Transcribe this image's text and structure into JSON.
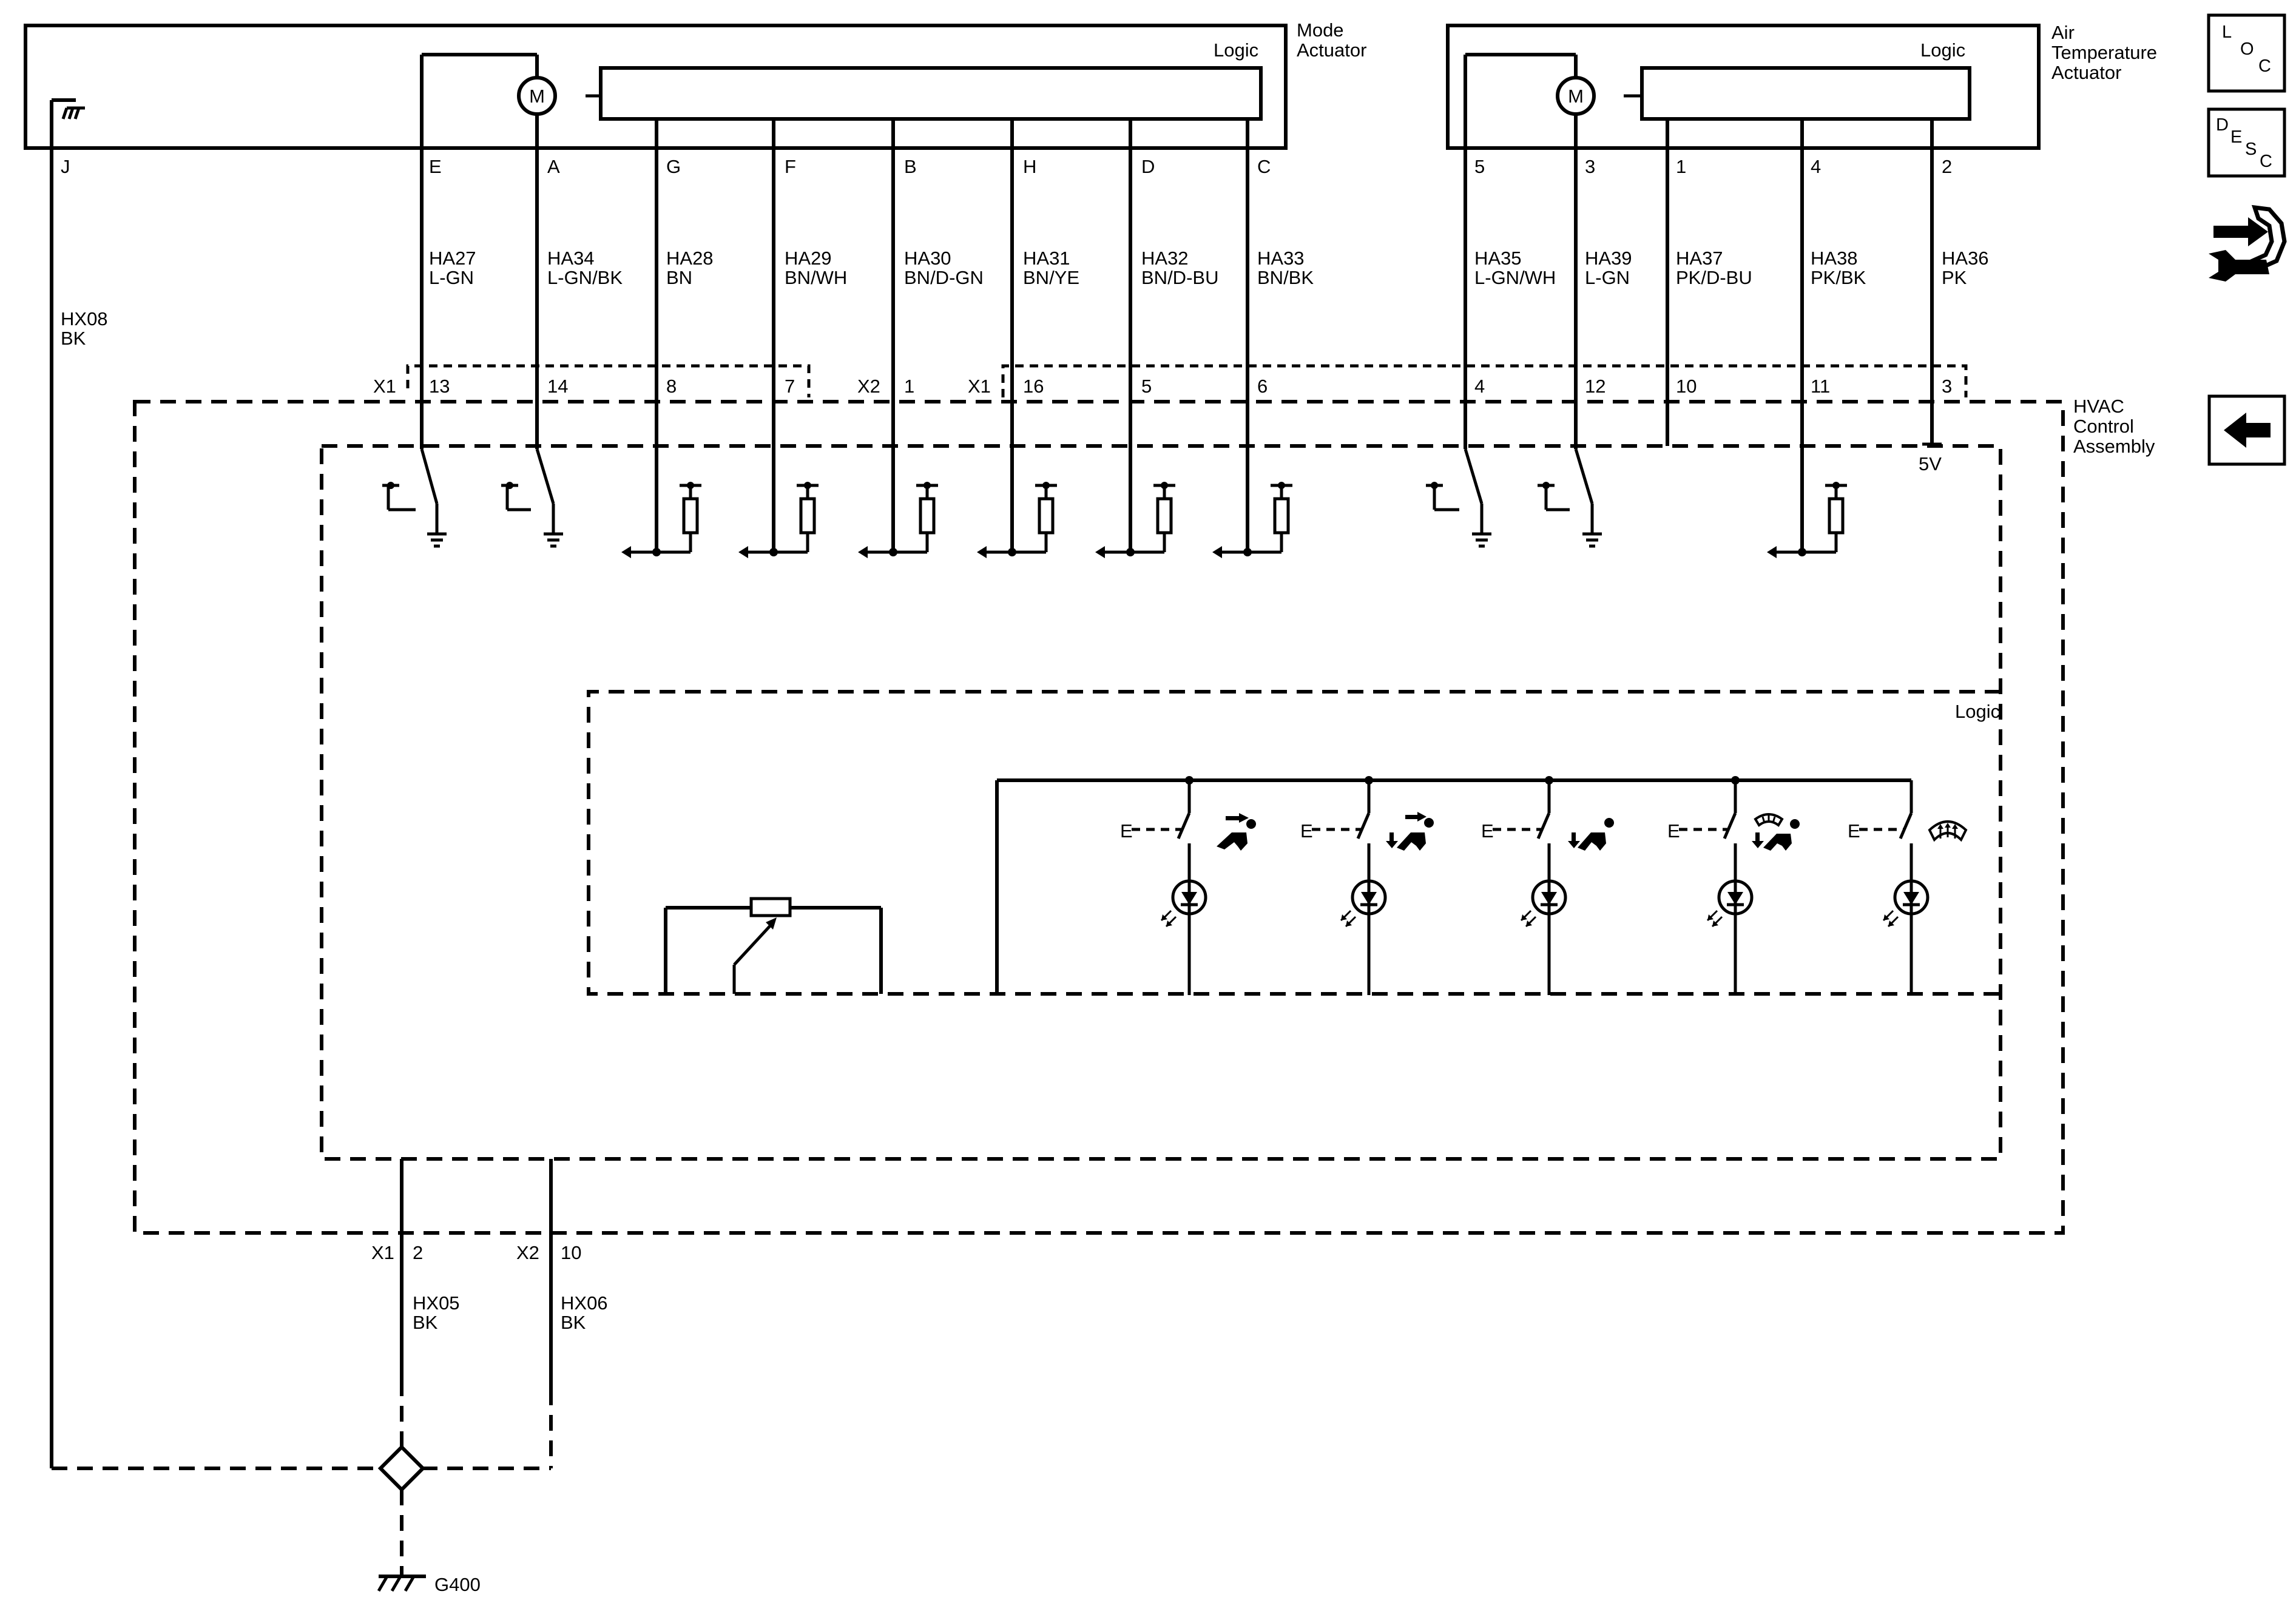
{
  "mode_actuator": {
    "name_line1": "Mode",
    "name_line2": "Actuator",
    "logic": "Logic",
    "motor": "M",
    "pins": [
      "J",
      "E",
      "A",
      "G",
      "F",
      "B",
      "H",
      "D",
      "C"
    ]
  },
  "air_temp_actuator": {
    "name_line1": "Air",
    "name_line2": "Temperature",
    "name_line3": "Actuator",
    "logic": "Logic",
    "motor": "M",
    "pins": [
      "5",
      "3",
      "1",
      "4",
      "2"
    ]
  },
  "wires": [
    {
      "circuit": "HX08",
      "color": "BK"
    },
    {
      "circuit": "HA27",
      "color": "L-GN"
    },
    {
      "circuit": "HA34",
      "color": "L-GN/BK"
    },
    {
      "circuit": "HA28",
      "color": "BN"
    },
    {
      "circuit": "HA29",
      "color": "BN/WH"
    },
    {
      "circuit": "HA30",
      "color": "BN/D-GN"
    },
    {
      "circuit": "HA31",
      "color": "BN/YE"
    },
    {
      "circuit": "HA32",
      "color": "BN/D-BU"
    },
    {
      "circuit": "HA33",
      "color": "BN/BK"
    },
    {
      "circuit": "HA35",
      "color": "L-GN/WH"
    },
    {
      "circuit": "HA39",
      "color": "L-GN"
    },
    {
      "circuit": "HA37",
      "color": "PK/D-BU"
    },
    {
      "circuit": "HA38",
      "color": "PK/BK"
    },
    {
      "circuit": "HA36",
      "color": "PK"
    },
    {
      "circuit": "HX05",
      "color": "BK"
    },
    {
      "circuit": "HX06",
      "color": "BK"
    }
  ],
  "connectors": {
    "x1": "X1",
    "x2": "X2",
    "top_pins": [
      "13",
      "14",
      "8",
      "7",
      "1",
      "16",
      "5",
      "6",
      "4",
      "12",
      "10",
      "11",
      "3"
    ],
    "bottom_pins": [
      "2",
      "10"
    ]
  },
  "hvac": {
    "name_line1": "HVAC",
    "name_line2": "Control",
    "name_line3": "Assembly",
    "logic": "Logic",
    "reference_voltage": "5V",
    "switch_pole_label": "E"
  },
  "ground": {
    "label": "G400"
  },
  "nav": {
    "loc_letters": [
      "L",
      "O",
      "C"
    ],
    "desc_letters": [
      "D",
      "E",
      "S",
      "C"
    ]
  }
}
